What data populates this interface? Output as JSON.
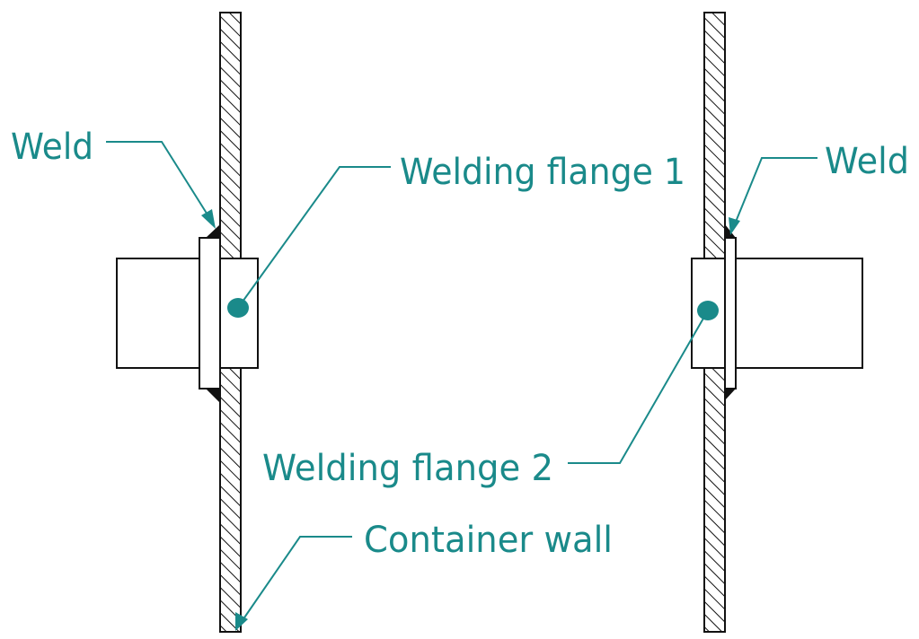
{
  "labels": {
    "weld_left": "Weld",
    "weld_right": "Weld",
    "welding_flange_1": "Welding flange 1",
    "welding_flange_2": "Welding flange 2",
    "container_wall": "Container wall"
  },
  "colors": {
    "annotation": "#1a8a8a",
    "line": "#111111",
    "background": "#ffffff"
  }
}
